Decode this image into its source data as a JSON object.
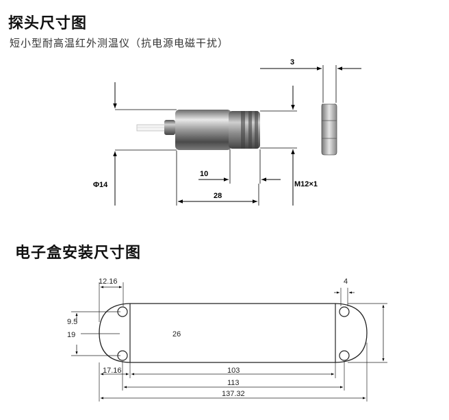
{
  "probe_section": {
    "title": "探头尺寸图",
    "subtitle": "短小型耐高温红外测温仪（抗电源电磁干扰）",
    "dims": {
      "nut_thickness": "3",
      "diameter": "Φ14",
      "thread": "M12×1",
      "thread_length": "10",
      "body_length": "28"
    }
  },
  "box_section": {
    "title": "电子盒安装尺寸图",
    "dims": {
      "hole_offset": "12.16",
      "tab_width": "4",
      "half_height": "9.5",
      "height": "19",
      "thickness": "26",
      "left_end": "17.16",
      "inner_length": "103",
      "hole_spacing": "113",
      "total_length": "137.32"
    }
  }
}
